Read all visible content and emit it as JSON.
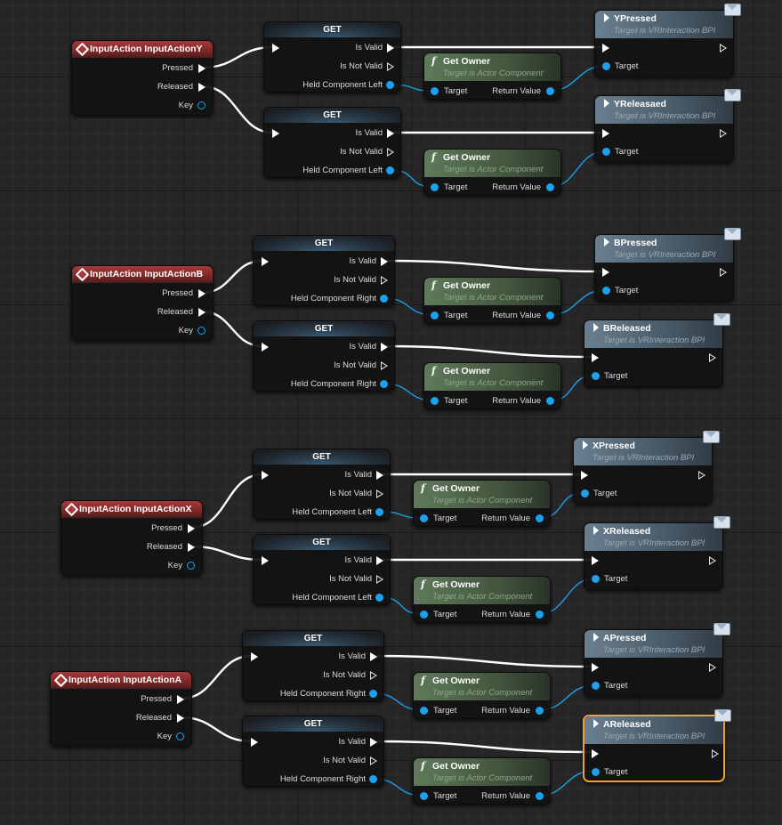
{
  "input_events": [
    {
      "title": "InputAction InputActionY",
      "pressed": "Pressed",
      "released": "Released",
      "key": "Key"
    },
    {
      "title": "InputAction InputActionB",
      "pressed": "Pressed",
      "released": "Released",
      "key": "Key"
    },
    {
      "title": "InputAction InputActionX",
      "pressed": "Pressed",
      "released": "Released",
      "key": "Key"
    },
    {
      "title": "InputAction InputActionA",
      "pressed": "Pressed",
      "released": "Released",
      "key": "Key"
    }
  ],
  "get_nodes": [
    {
      "title": "GET",
      "is_valid": "Is Valid",
      "is_not_valid": "Is Not Valid",
      "input": "Held Component Left"
    },
    {
      "title": "GET",
      "is_valid": "Is Valid",
      "is_not_valid": "Is Not Valid",
      "input": "Held Component Left"
    },
    {
      "title": "GET",
      "is_valid": "Is Valid",
      "is_not_valid": "Is Not Valid",
      "input": "Held Component Right"
    },
    {
      "title": "GET",
      "is_valid": "Is Valid",
      "is_not_valid": "Is Not Valid",
      "input": "Held Component Right"
    },
    {
      "title": "GET",
      "is_valid": "Is Valid",
      "is_not_valid": "Is Not Valid",
      "input": "Held Component Left"
    },
    {
      "title": "GET",
      "is_valid": "Is Valid",
      "is_not_valid": "Is Not Valid",
      "input": "Held Component Left"
    },
    {
      "title": "GET",
      "is_valid": "Is Valid",
      "is_not_valid": "Is Not Valid",
      "input": "Held Component Right"
    },
    {
      "title": "GET",
      "is_valid": "Is Valid",
      "is_not_valid": "Is Not Valid",
      "input": "Held Component Right"
    }
  ],
  "get_owner_nodes": [
    {
      "f": "f",
      "title": "Get Owner",
      "subtitle": "Target is Actor Component",
      "target": "Target",
      "return": "Return Value"
    },
    {
      "f": "f",
      "title": "Get Owner",
      "subtitle": "Target is Actor Component",
      "target": "Target",
      "return": "Return Value"
    },
    {
      "f": "f",
      "title": "Get Owner",
      "subtitle": "Target is Actor Component",
      "target": "Target",
      "return": "Return Value"
    },
    {
      "f": "f",
      "title": "Get Owner",
      "subtitle": "Target is Actor Component",
      "target": "Target",
      "return": "Return Value"
    },
    {
      "f": "f",
      "title": "Get Owner",
      "subtitle": "Target is Actor Component",
      "target": "Target",
      "return": "Return Value"
    },
    {
      "f": "f",
      "title": "Get Owner",
      "subtitle": "Target is Actor Component",
      "target": "Target",
      "return": "Return Value"
    },
    {
      "f": "f",
      "title": "Get Owner",
      "subtitle": "Target is Actor Component",
      "target": "Target",
      "return": "Return Value"
    },
    {
      "f": "f",
      "title": "Get Owner",
      "subtitle": "Target is Actor Component",
      "target": "Target",
      "return": "Return Value"
    }
  ],
  "message_nodes": [
    {
      "title": "YPressed",
      "subtitle": "Target is VRInteraction BPI",
      "target": "Target"
    },
    {
      "title": "YReleasaed",
      "subtitle": "Target is VRInteraction BPI",
      "target": "Target"
    },
    {
      "title": "BPressed",
      "subtitle": "Target is VRInteraction BPI",
      "target": "Target"
    },
    {
      "title": "BReleased",
      "subtitle": "Target is VRInteraction BPI",
      "target": "Target"
    },
    {
      "title": "XPressed",
      "subtitle": "Target is VRInteraction BPI",
      "target": "Target"
    },
    {
      "title": "XReleased",
      "subtitle": "Target is VRInteraction BPI",
      "target": "Target"
    },
    {
      "title": "APressed",
      "subtitle": "Target is VRInteraction BPI",
      "target": "Target"
    },
    {
      "title": "AReleased",
      "subtitle": "Target is VRInteraction BPI",
      "target": "Target"
    }
  ],
  "colors": {
    "exec_wire": "#ffffff",
    "object_wire": "#1da0ee",
    "event_header": "#a4393b",
    "function_header": "#5f7a5a",
    "message_header": "#6a7f90",
    "selection": "#f0a030"
  }
}
